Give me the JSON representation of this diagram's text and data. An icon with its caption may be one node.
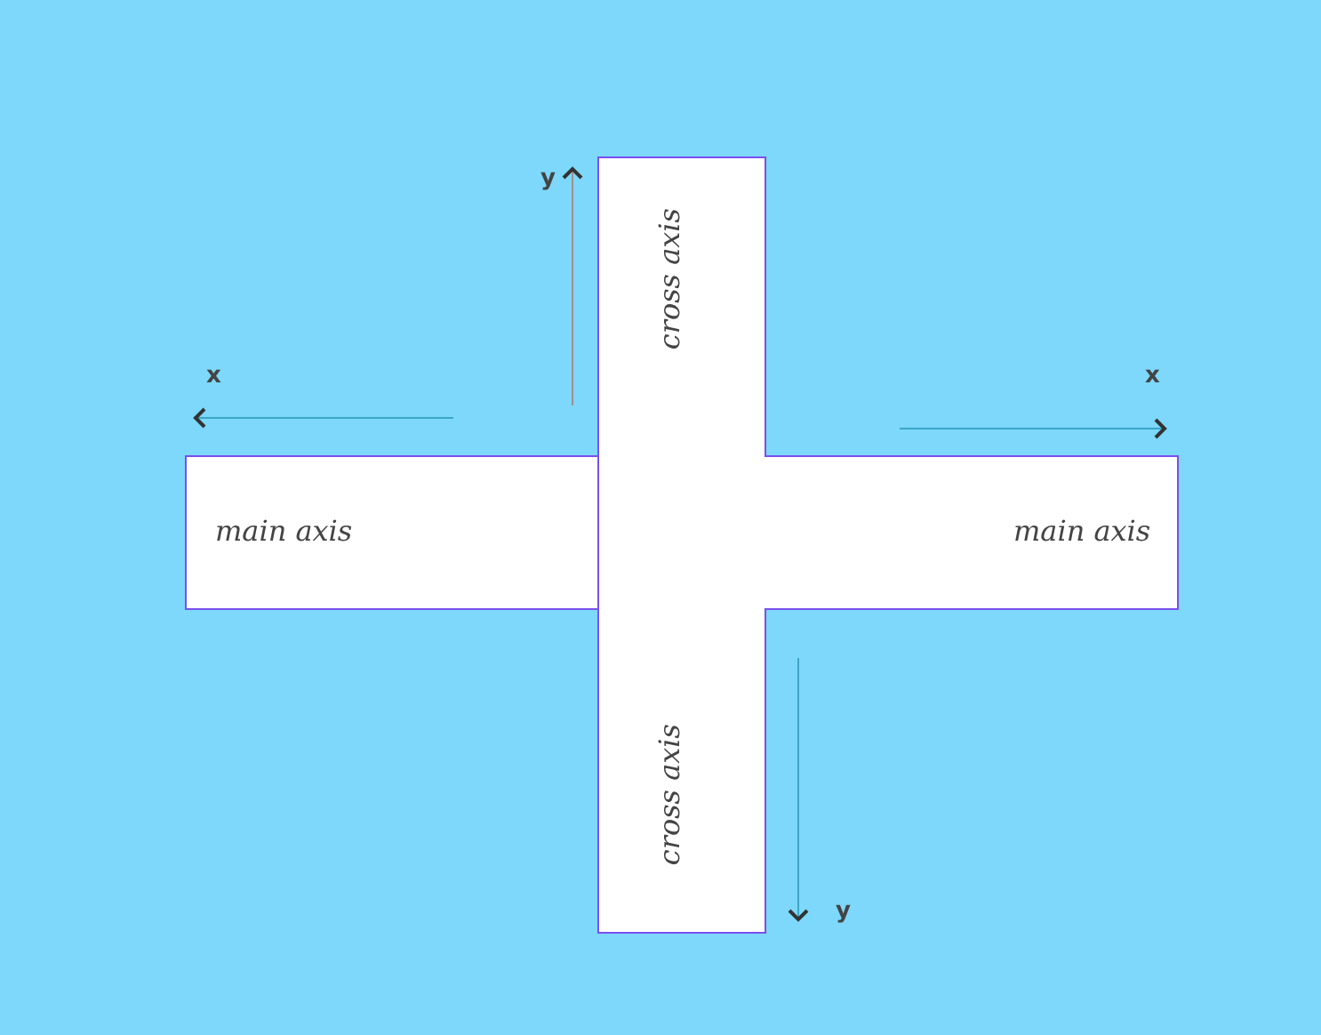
{
  "diagram": {
    "nodes": [
      {
        "text": [
          "main axis"
        ]
      },
      {
        "text": [
          "cross axis",
          "cross axis"
        ]
      },
      {
        "text": [
          "main axis"
        ]
      }
    ],
    "labels": [
      "y",
      "x",
      "x",
      "y"
    ]
  }
}
